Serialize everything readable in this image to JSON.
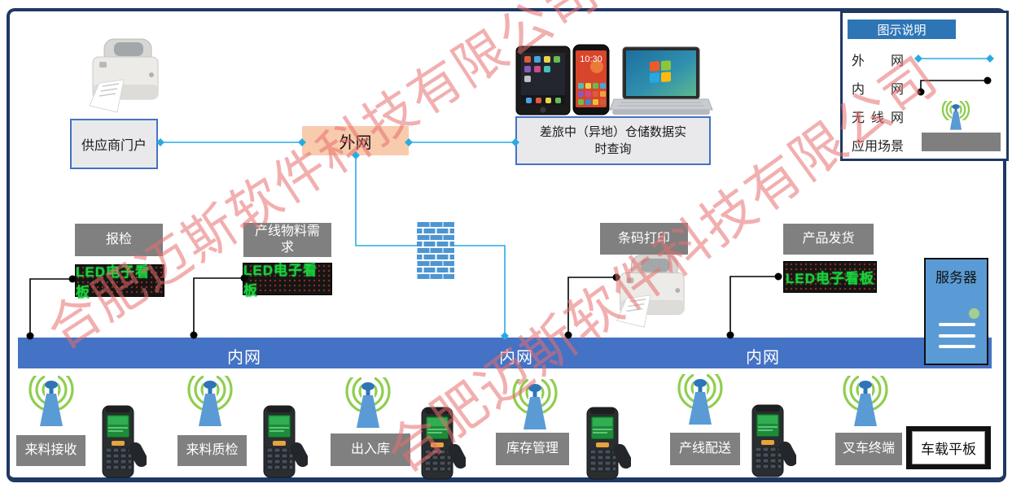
{
  "watermark": {
    "text": "合肥迈斯软件科技有限公司",
    "color": "#e86e6e"
  },
  "legend": {
    "title": "图示说明",
    "items": [
      {
        "label": "外网",
        "sample": "external-line"
      },
      {
        "label": "内网",
        "sample": "internal-line"
      },
      {
        "label": "无线网",
        "sample": "wireless"
      },
      {
        "label": "应用场景",
        "sample": "scene-block"
      }
    ]
  },
  "top": {
    "supplier_portal": "供应商门户",
    "extranet": "外网",
    "remote_query": "差旅中（异地）仓储数据实时查询",
    "phone_time": "10:30"
  },
  "scenes": {
    "inspection": "报检",
    "material_demand": "产线物料需求",
    "barcode_print": "条码打印",
    "product_ship": "产品发货"
  },
  "led_text": "LED电子看板",
  "intranet": {
    "labels": [
      "内网",
      "内网",
      "内网"
    ]
  },
  "server_label": "服务器",
  "bottom": {
    "items": [
      "来料接收",
      "来料质检",
      "出入库",
      "库存管理",
      "产线配送",
      "叉车终端"
    ],
    "vehicle_tablet": "车载平板"
  },
  "colors": {
    "accent_blue": "#4472c4",
    "cyan_line": "#29abe2",
    "extranet_peach": "#f8cbad",
    "scene_gray": "#808080",
    "frame_navy": "#1f3864",
    "led_green": "#19d23e",
    "wifi_green": "#8fce4e",
    "device_blue": "#5b9bd5"
  }
}
